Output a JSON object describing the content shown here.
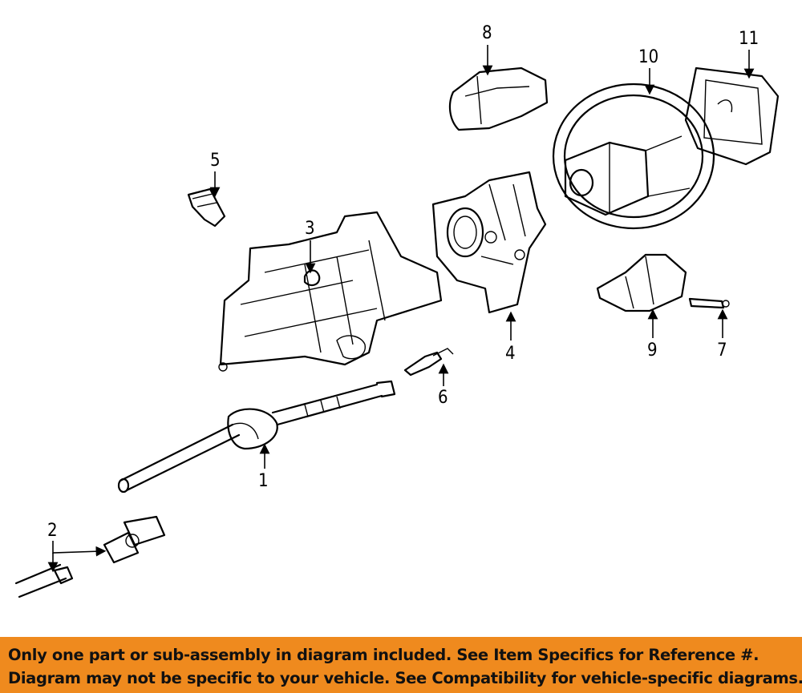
{
  "diagram": {
    "callouts": [
      "1",
      "2",
      "3",
      "4",
      "5",
      "6",
      "7",
      "8",
      "9",
      "10",
      "11"
    ]
  },
  "footer": {
    "line1": "Only one part or sub-assembly in diagram included. See Item Specifics for Reference #.",
    "line2": "Diagram may not be specific to your vehicle. See Compatibility for vehicle-specific diagrams.",
    "background_color": "#ef8a1e"
  }
}
